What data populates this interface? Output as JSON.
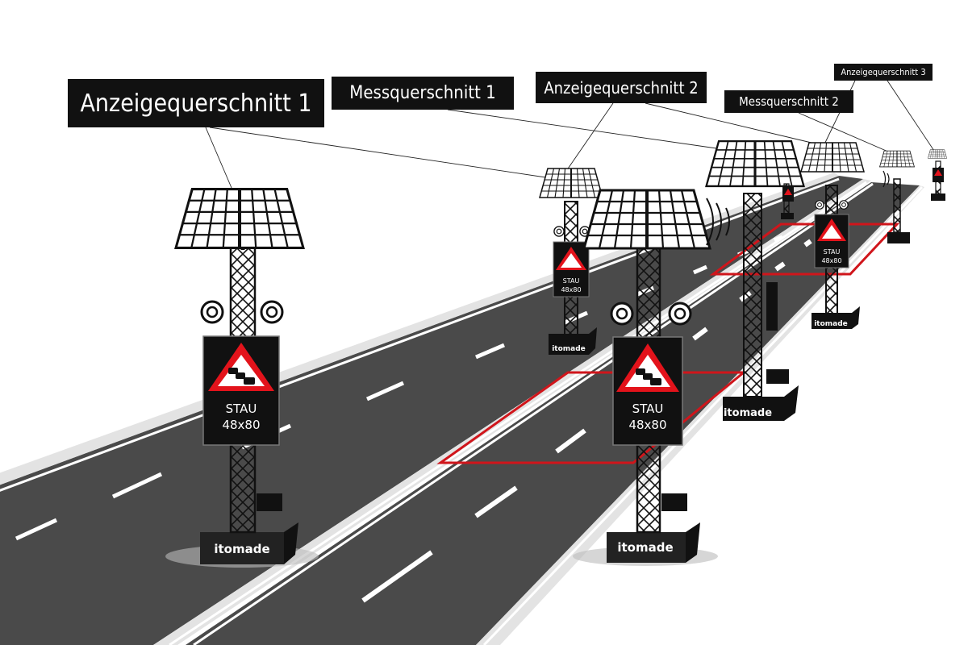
{
  "labels": {
    "display_section_1": "Anzeigequerschnitt 1",
    "measurement_section_1": "Messquerschnitt 1",
    "display_section_2": "Anzeigequerschnitt 2",
    "measurement_section_2": "Messquerschnitt 2",
    "display_section_3": "Anzeigequerschnitt 3"
  },
  "sign": {
    "line1": "STAU",
    "line2": "48x80"
  },
  "brand": "itomade",
  "colors": {
    "road": "#4a4a4a",
    "road_edge": "#d9d9d9",
    "lane_marking": "#ffffff",
    "measurement_zone": "#d0151b",
    "warning_red": "#e3131b",
    "label_bg": "#111111"
  },
  "icons": [
    "solar-panel-icon",
    "warning-triangle-icon",
    "traffic-jam-icon",
    "radar-wave-icon",
    "lamp-icon"
  ]
}
